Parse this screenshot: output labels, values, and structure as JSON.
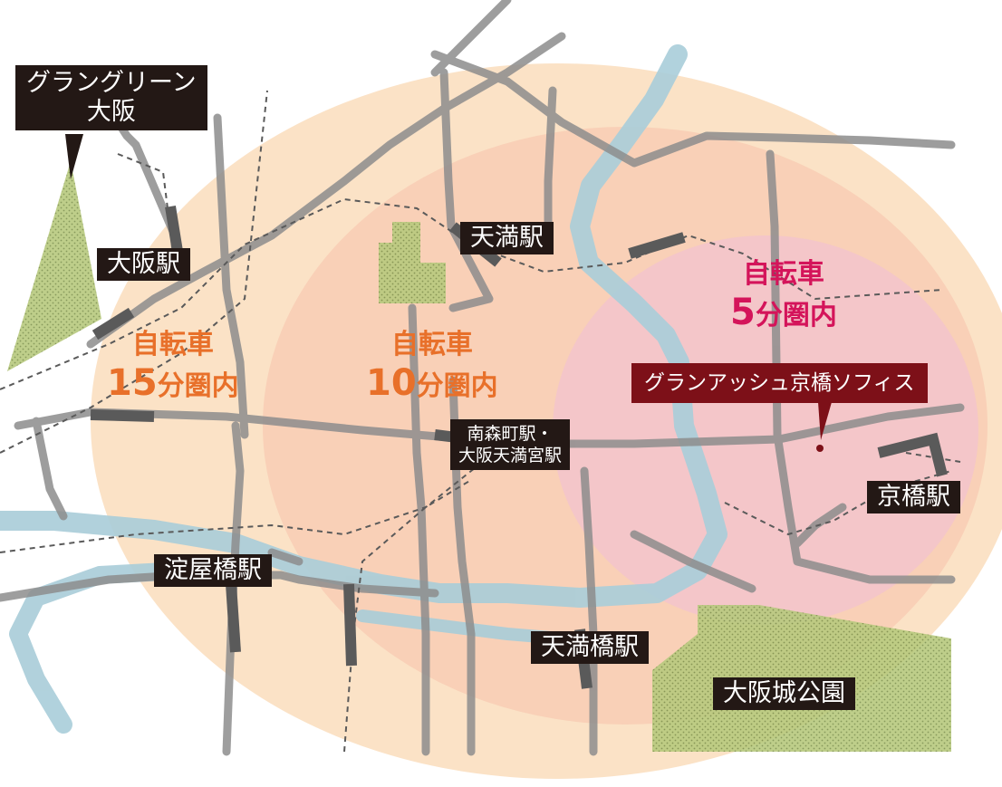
{
  "colors": {
    "ring15": "#fbe2c6",
    "ring10": "#f8cdb4",
    "ring5": "#f3c3cd",
    "river": "#a9cdd9",
    "park": "#b7c97d",
    "park_dots": "#7b8f4a",
    "rail": "#8d8d8d",
    "rail_dark": "#5a5a5a",
    "zone15": "#e8702a",
    "zone10": "#e8702a",
    "zone5": "#d4145a",
    "destination": "#7d1018",
    "label_bg": "#231815"
  },
  "stations": {
    "osaka": "大阪駅",
    "tenma": "天満駅",
    "minamimorimachi": "南森町駅・\n大阪天満宮駅",
    "yodoyabashi": "淀屋橋駅",
    "tenmabashi": "天満橋駅",
    "kyobashi": "京橋駅"
  },
  "places": {
    "grand_green": "グラングリーン\n大阪",
    "osaka_castle_park": "大阪城公園"
  },
  "destination": {
    "name": "グランアッシュ京橋ソフィス"
  },
  "zones": {
    "bike15": {
      "line1": "自転車",
      "num": "15",
      "unit": "分圏内"
    },
    "bike10": {
      "line1": "自転車",
      "num": "10",
      "unit": "分圏内"
    },
    "bike5": {
      "line1": "自転車",
      "num": "5",
      "unit": "分圏内"
    }
  }
}
